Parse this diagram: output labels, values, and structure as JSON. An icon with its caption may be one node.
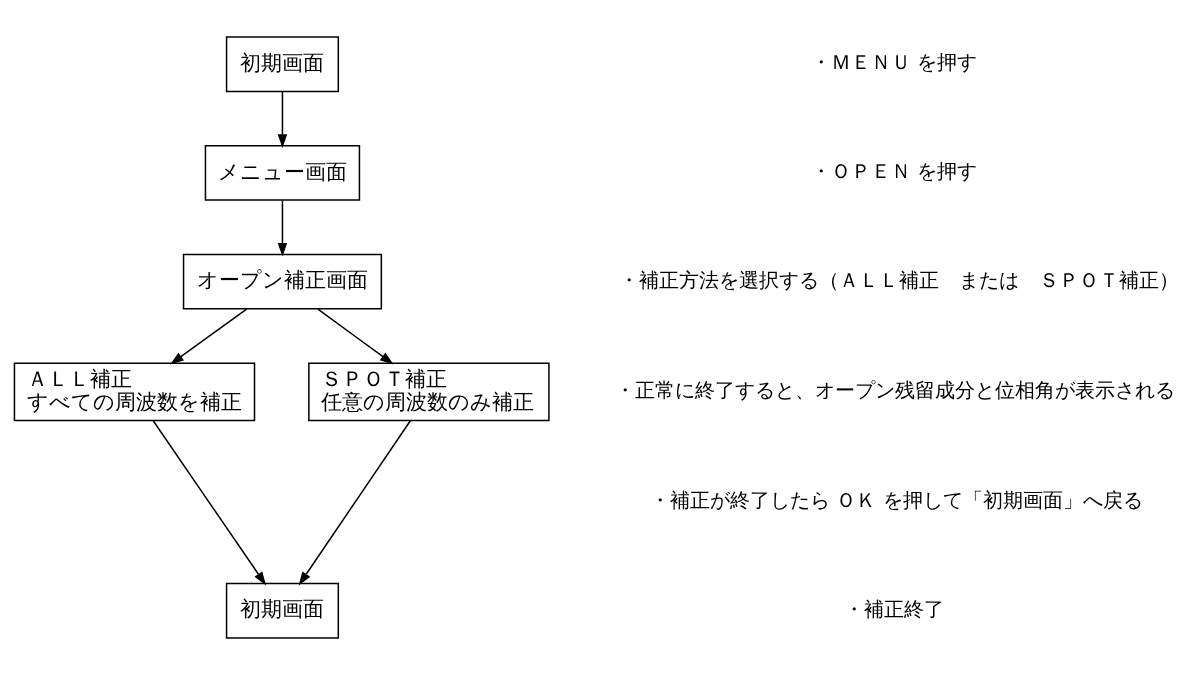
{
  "diagram": {
    "nodes": [
      {
        "text": [
          "初期画面"
        ]
      },
      {
        "text": [
          "メニュー画面"
        ]
      },
      {
        "text": [
          "オープン補正画面"
        ]
      },
      {
        "text": [
          "ＡＬＬ補正",
          "すべての周波数を補正"
        ]
      },
      {
        "text": [
          "ＳＰＯＴ補正",
          "任意の周波数のみ補正"
        ]
      },
      {
        "text": [
          "初期画面"
        ]
      }
    ],
    "edges": [
      {
        "from": 0,
        "to": 1,
        "arrow": "to"
      },
      {
        "from": 1,
        "to": 2,
        "arrow": "to"
      },
      {
        "from": 2,
        "to": 3,
        "arrow": "to"
      },
      {
        "from": 2,
        "to": 4,
        "arrow": "to"
      },
      {
        "from": 3,
        "to": 5,
        "arrow": "to"
      },
      {
        "from": 4,
        "to": 5,
        "arrow": "to"
      }
    ],
    "labels": [
      "・ＭＥＮＵ を押す",
      "・ＯＰＥＮ を押す",
      "・補正方法を選択する（ＡＬＬ補正　または　ＳＰＯＴ補正）",
      "・正常に終了すると、オープン残留成分と位相角が表示される",
      "・補正が終了したら ＯＫ を押して「初期画面」へ戻る",
      "・補正終了"
    ]
  }
}
